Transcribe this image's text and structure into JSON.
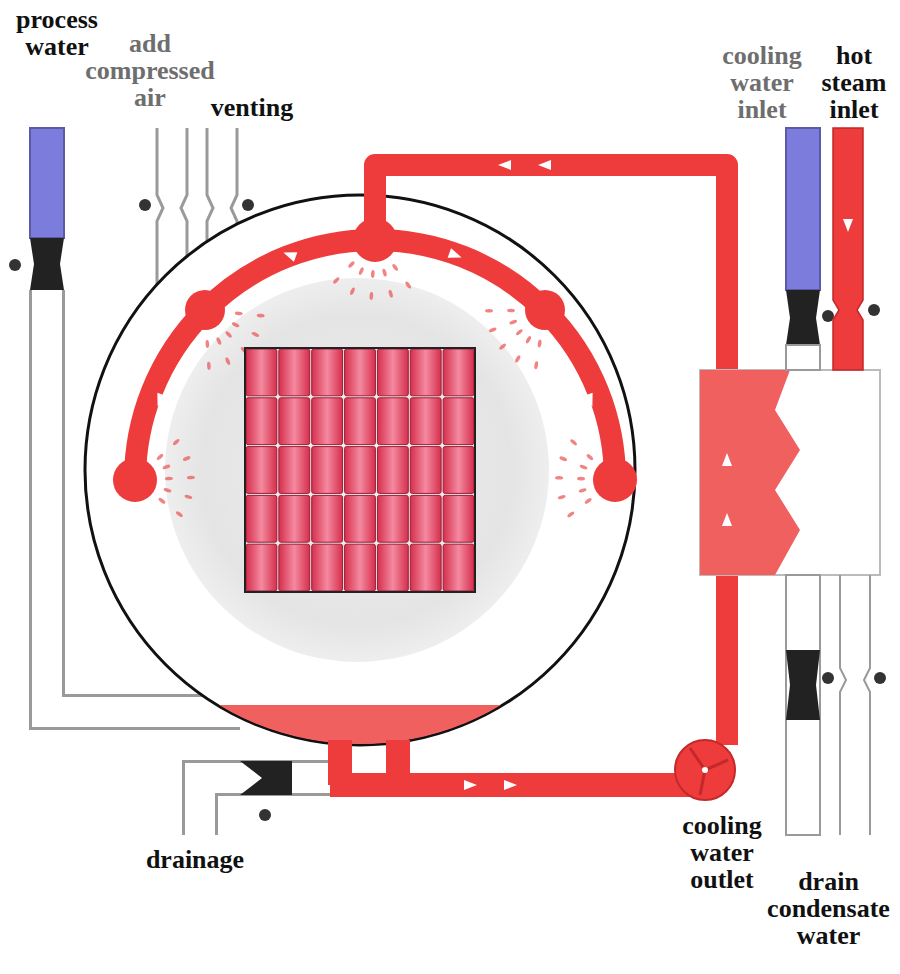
{
  "diagram": {
    "labels": [
      "process water",
      "add compressed air",
      "venting",
      "cooling water inlet",
      "hot steam inlet",
      "drainage",
      "cooling water outlet",
      "drain condensate water"
    ]
  }
}
